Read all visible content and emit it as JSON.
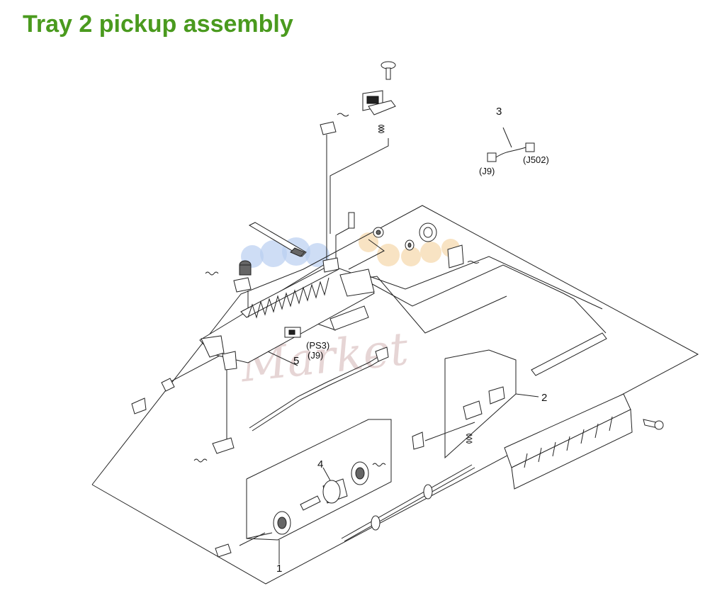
{
  "title": "Tray 2 pickup assembly",
  "colors": {
    "title": "#4a9a1e",
    "watermark_blue": "#b9cff1",
    "watermark_orange": "#f6dcb4",
    "watermark_red": "#c9a4a4"
  },
  "callouts": {
    "c1": "1",
    "c2": "2",
    "c3": "3",
    "c4": "4",
    "c5": "5"
  },
  "connectors": {
    "ps3": "(PS3)",
    "j9_sensor": "(J9)",
    "j9_cable": "(J9)",
    "j502": "(J502)"
  },
  "watermark": {
    "text": "Market"
  }
}
